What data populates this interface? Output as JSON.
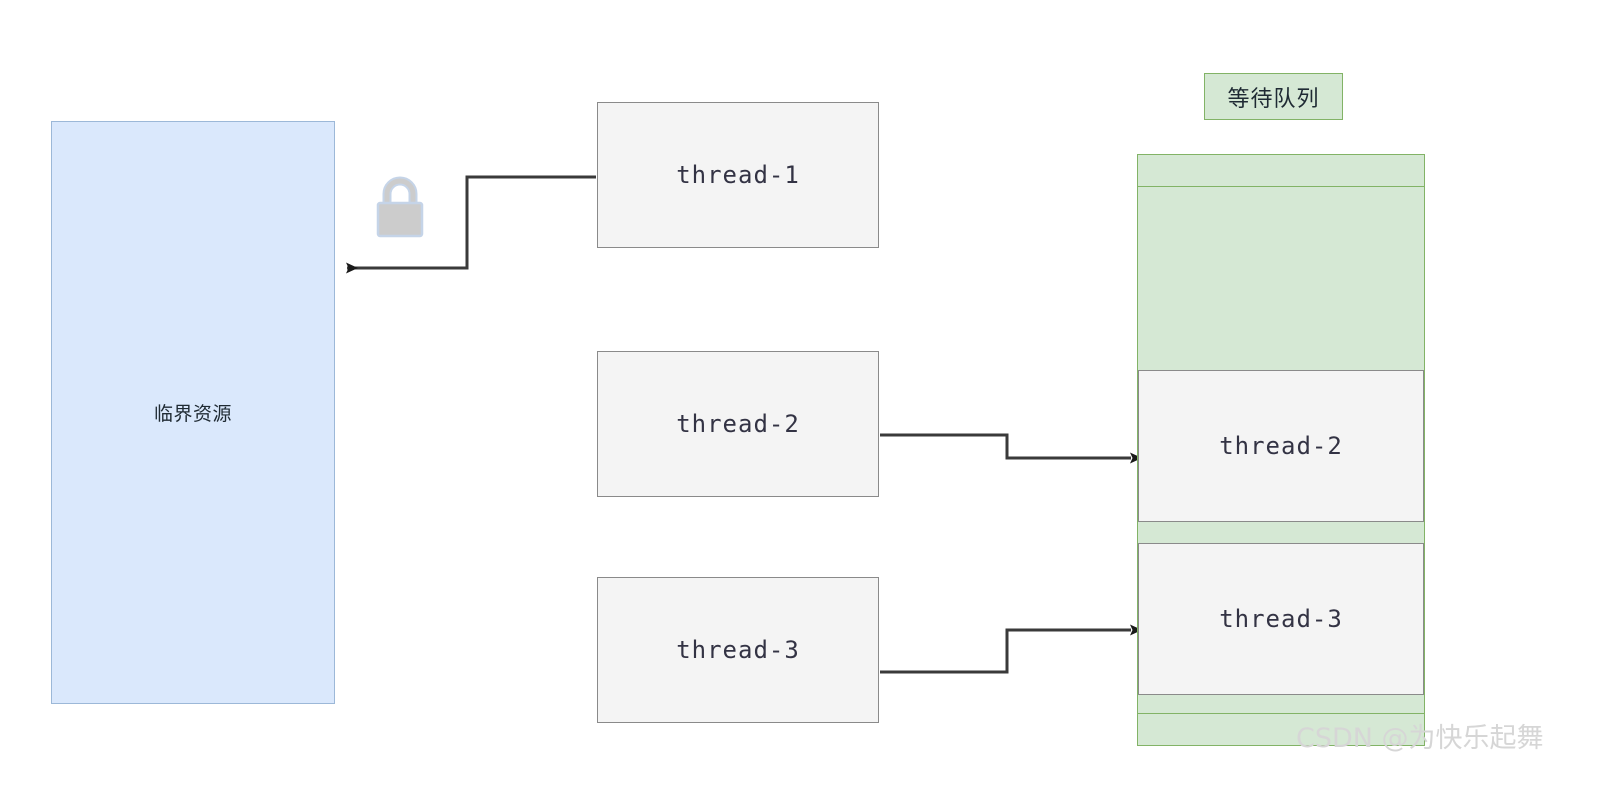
{
  "diagram": {
    "title": "thread synchronization / waiting queue diagram",
    "colors": {
      "resource_fill": "#dae8fc",
      "resource_stroke": "#9cb8d8",
      "queue_fill": "#d5e8d4",
      "queue_stroke": "#82b366",
      "thread_fill": "#f4f4f4",
      "thread_stroke": "#8a8a8a",
      "connector": "#3a3a3a",
      "lock_fill": "#cccccc",
      "lock_stroke": "#c5d4e8",
      "watermark": "#d6d6d6"
    }
  },
  "critical_resource": {
    "label": "临界资源"
  },
  "lock": {
    "icon": "lock-icon"
  },
  "threads": [
    {
      "id": "thread-1",
      "label": "thread-1"
    },
    {
      "id": "thread-2",
      "label": "thread-2"
    },
    {
      "id": "thread-3",
      "label": "thread-3"
    }
  ],
  "waiting_queue": {
    "title": "等待队列",
    "slots": [
      {
        "id": "queue-thread-2",
        "label": "thread-2"
      },
      {
        "id": "queue-thread-3",
        "label": "thread-3"
      }
    ]
  },
  "connectors": [
    {
      "id": "thread-1-to-resource",
      "from": "thread-1",
      "to": "critical-resource",
      "direction": "left"
    },
    {
      "id": "thread-2-to-queue",
      "from": "thread-2",
      "to": "queue-thread-2",
      "direction": "right"
    },
    {
      "id": "thread-3-to-queue",
      "from": "thread-3",
      "to": "queue-thread-3",
      "direction": "right"
    }
  ],
  "watermark": {
    "text": "CSDN @为快乐起舞"
  }
}
